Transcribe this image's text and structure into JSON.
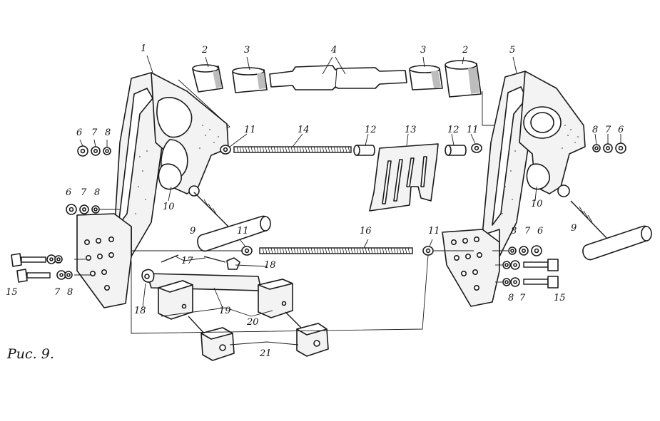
{
  "figure": {
    "caption": "Рис. 9."
  },
  "callouts": [
    {
      "id": "c1",
      "text": "1"
    },
    {
      "id": "c2a",
      "text": "2"
    },
    {
      "id": "c3a",
      "text": "3"
    },
    {
      "id": "c4",
      "text": "4"
    },
    {
      "id": "c3b",
      "text": "3"
    },
    {
      "id": "c2b",
      "text": "2"
    },
    {
      "id": "c5",
      "text": "5"
    },
    {
      "id": "c6a",
      "text": "6"
    },
    {
      "id": "c7a",
      "text": "7"
    },
    {
      "id": "c8a",
      "text": "8"
    },
    {
      "id": "c11a",
      "text": "11"
    },
    {
      "id": "c14",
      "text": "14"
    },
    {
      "id": "c12a",
      "text": "12"
    },
    {
      "id": "c13",
      "text": "13"
    },
    {
      "id": "c12b",
      "text": "12"
    },
    {
      "id": "c11b",
      "text": "11"
    },
    {
      "id": "c8b",
      "text": "8"
    },
    {
      "id": "c7b",
      "text": "7"
    },
    {
      "id": "c6b",
      "text": "6"
    },
    {
      "id": "c6c",
      "text": "6"
    },
    {
      "id": "c7c",
      "text": "7"
    },
    {
      "id": "c8c",
      "text": "8"
    },
    {
      "id": "c10a",
      "text": "10"
    },
    {
      "id": "c10b",
      "text": "10"
    },
    {
      "id": "c9a",
      "text": "9"
    },
    {
      "id": "c9b",
      "text": "9"
    },
    {
      "id": "c11c",
      "text": "11"
    },
    {
      "id": "c16",
      "text": "16"
    },
    {
      "id": "c11d",
      "text": "11"
    },
    {
      "id": "c8d",
      "text": "8"
    },
    {
      "id": "c7d",
      "text": "7"
    },
    {
      "id": "c6d",
      "text": "6"
    },
    {
      "id": "c17",
      "text": "17"
    },
    {
      "id": "c18a",
      "text": "18"
    },
    {
      "id": "c18b",
      "text": "18"
    },
    {
      "id": "c19",
      "text": "19"
    },
    {
      "id": "c20",
      "text": "20"
    },
    {
      "id": "c21",
      "text": "21"
    },
    {
      "id": "c15a",
      "text": "15"
    },
    {
      "id": "c7e",
      "text": "7"
    },
    {
      "id": "c8e",
      "text": "8"
    },
    {
      "id": "c8f",
      "text": "8"
    },
    {
      "id": "c7f",
      "text": "7"
    },
    {
      "id": "c15b",
      "text": "15"
    }
  ]
}
